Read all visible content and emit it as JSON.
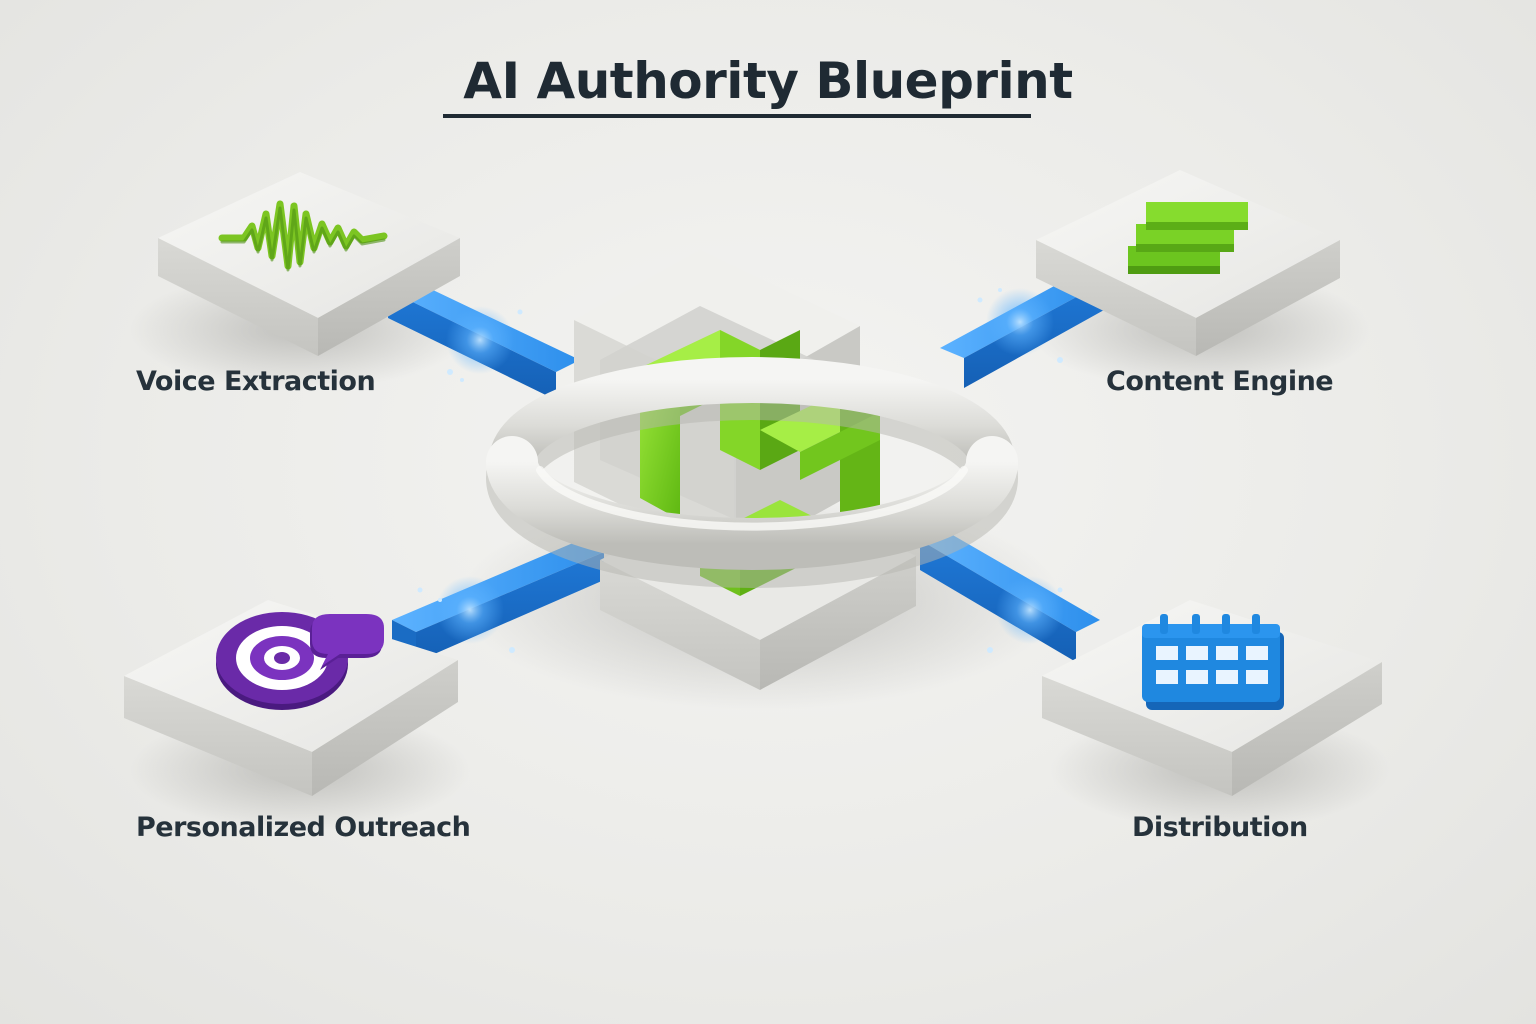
{
  "title": "AI Authority Blueprint",
  "nodes": [
    {
      "id": "voice",
      "label": "Voice Extraction",
      "icon": "waveform-icon",
      "color": "#7cc522"
    },
    {
      "id": "content",
      "label": "Content Engine",
      "icon": "stacked-layers-icon",
      "color": "#66c11e"
    },
    {
      "id": "outreach",
      "label": "Personalized Outreach",
      "icon": "target-chat-icon",
      "color": "#6a2aa8"
    },
    {
      "id": "distribution",
      "label": "Distribution",
      "icon": "calendar-icon",
      "color": "#1f88e0"
    }
  ],
  "hub": {
    "icon": "interlocked-chain-hub-icon",
    "accent": "#7bd62a"
  },
  "connector_color": "#2a8ee8"
}
